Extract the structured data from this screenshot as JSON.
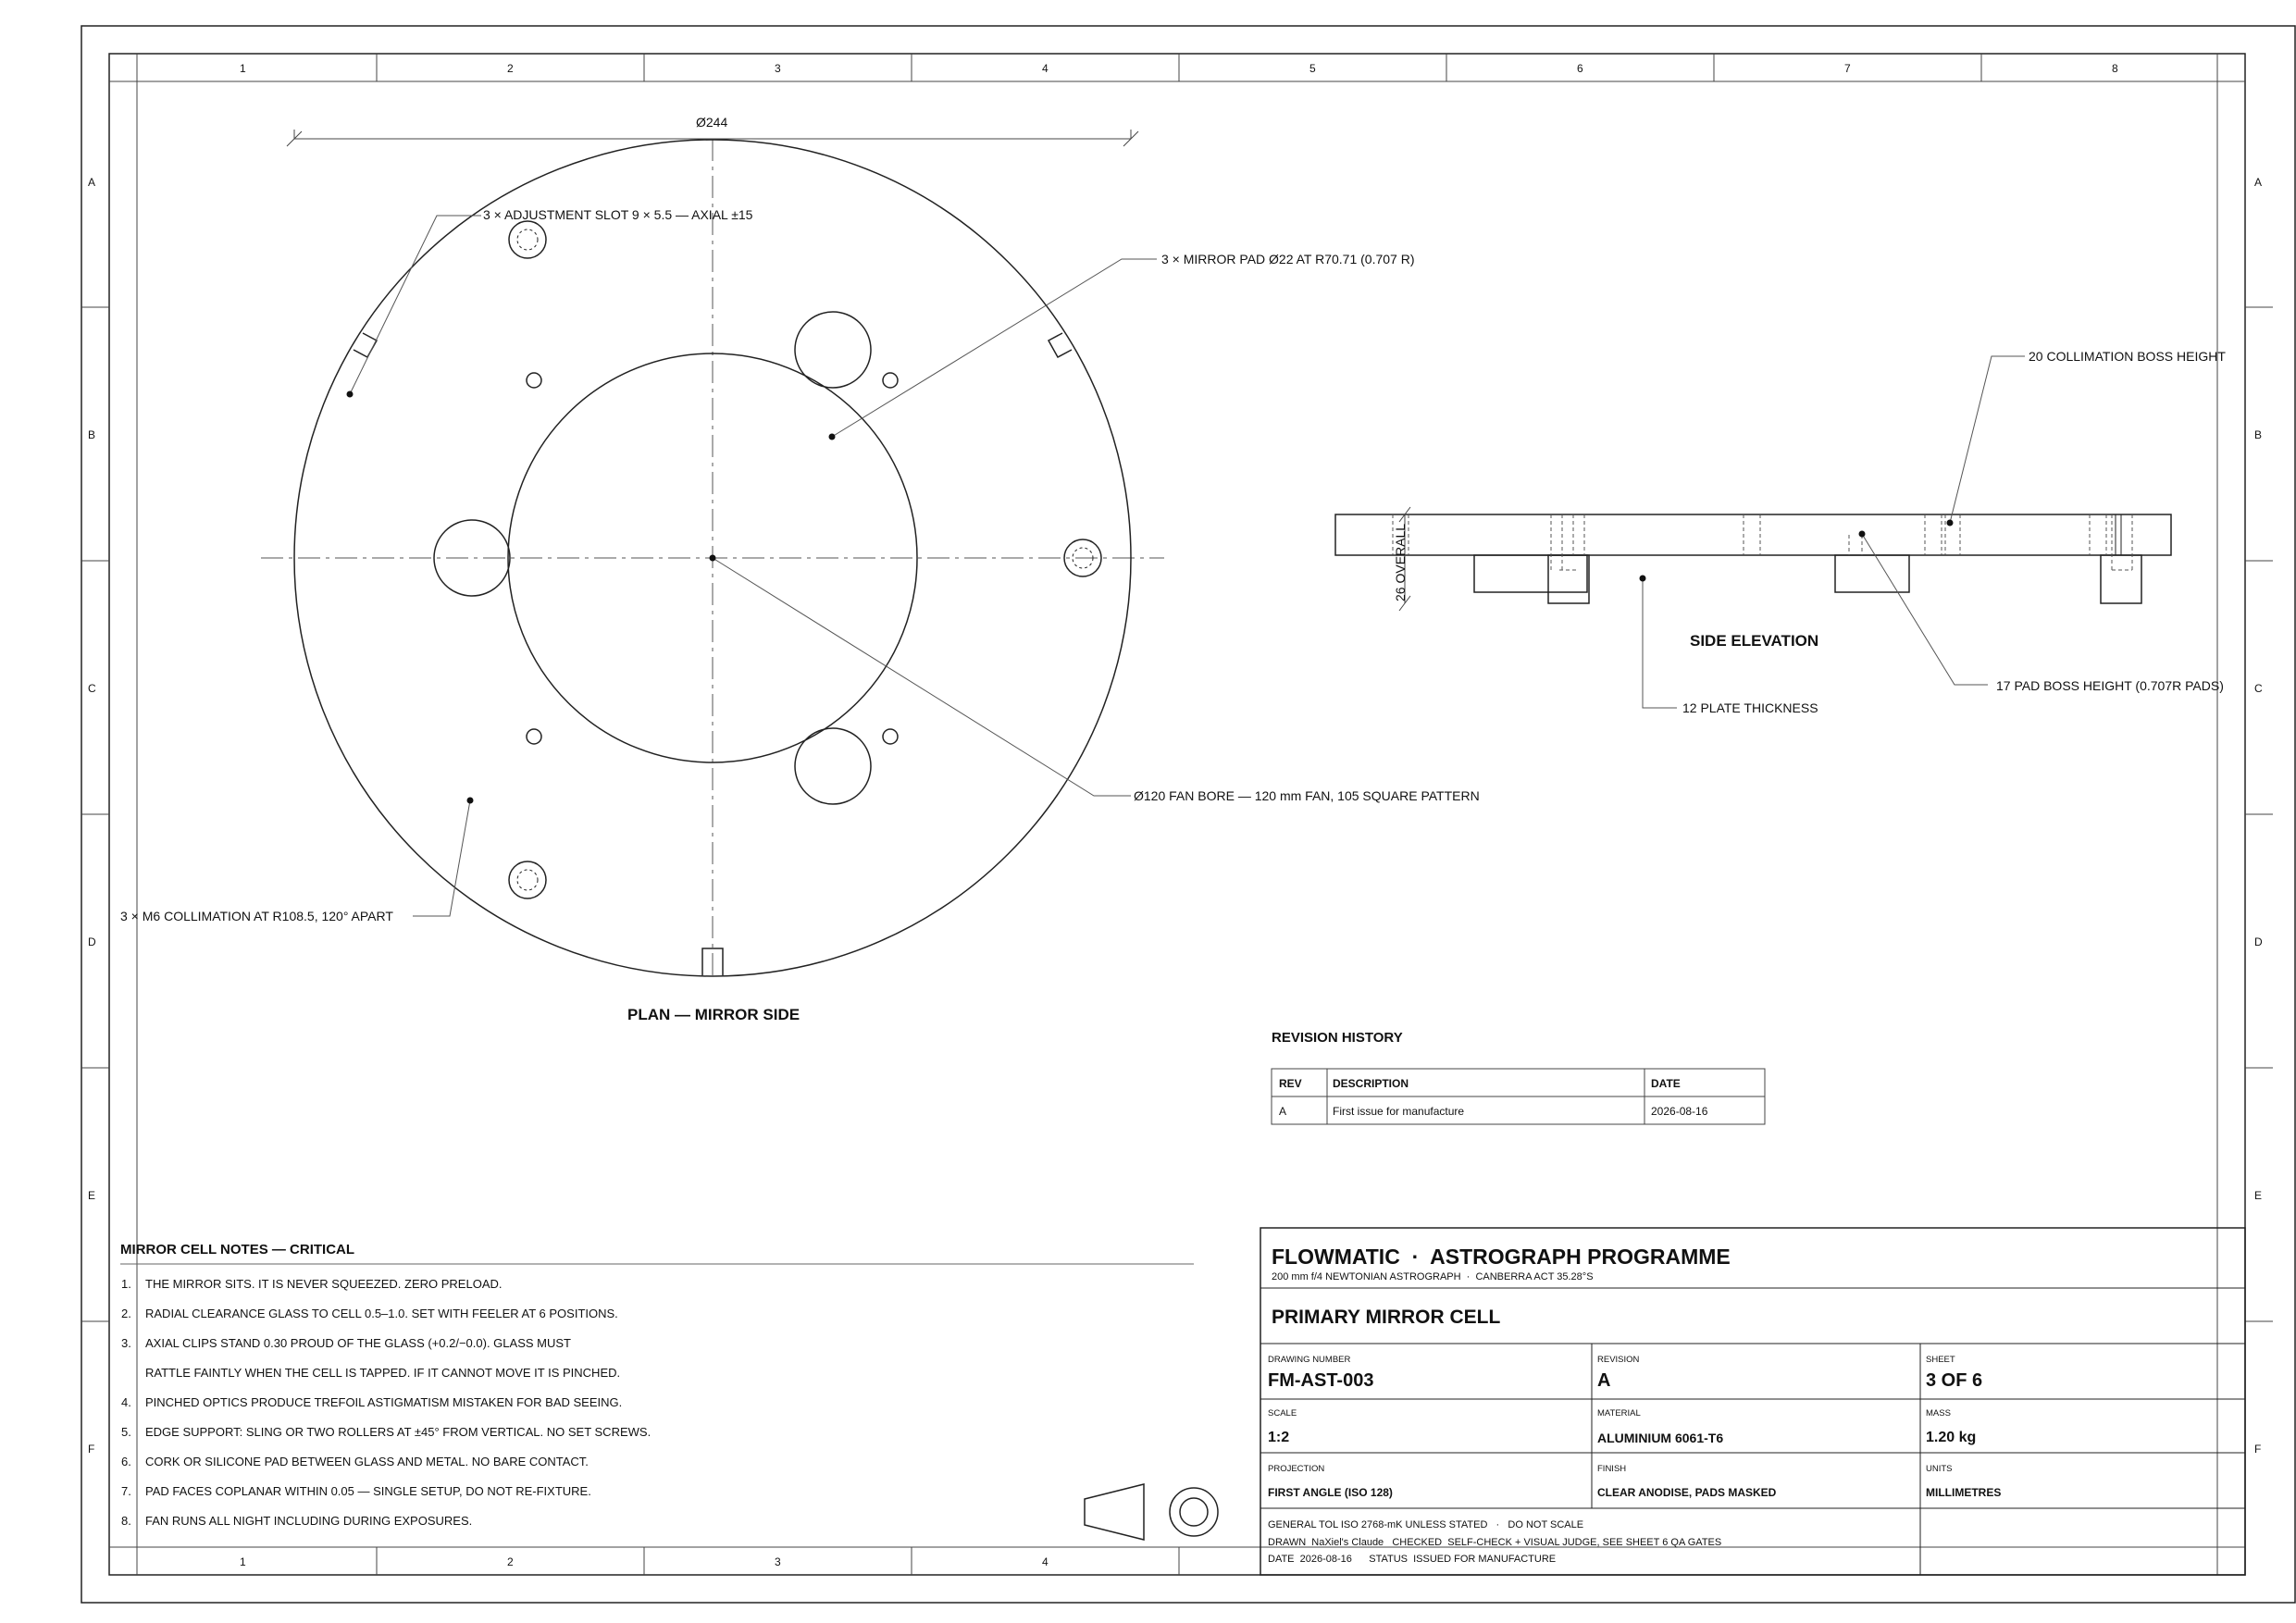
{
  "grid": {
    "columns": [
      "1",
      "2",
      "3",
      "4",
      "5",
      "6",
      "7",
      "8"
    ],
    "rows": [
      "A",
      "B",
      "C",
      "D",
      "E",
      "F"
    ]
  },
  "plan": {
    "title": "PLAN — MIRROR SIDE",
    "overall_dim": "Ø244",
    "callouts": {
      "slot": "3 × ADJUSTMENT SLOT 9 × 5.5 — AXIAL ±15",
      "pad": "3 × MIRROR PAD Ø22 AT R70.71 (0.707 R)",
      "bore": "Ø120 FAN BORE — 120 mm FAN, 105 SQUARE PATTERN",
      "collimation": "3 × M6 COLLIMATION AT R108.5, 120° APART"
    }
  },
  "elevation": {
    "title": "SIDE ELEVATION",
    "overall_dim": "26 OVERALL",
    "callouts": {
      "boss": "20 COLLIMATION BOSS HEIGHT",
      "pad_boss": "17 PAD BOSS HEIGHT (0.707R PADS)",
      "plate": "12 PLATE THICKNESS"
    }
  },
  "revision_history": {
    "title": "REVISION HISTORY",
    "headers": [
      "REV",
      "DESCRIPTION",
      "DATE"
    ],
    "rows": [
      [
        "A",
        "First issue for manufacture",
        "2026-08-16"
      ]
    ]
  },
  "notes": {
    "title": "MIRROR CELL NOTES — CRITICAL",
    "items": [
      {
        "num": "1.",
        "text": "THE MIRROR SITS. IT IS NEVER SQUEEZED. ZERO PRELOAD."
      },
      {
        "num": "2.",
        "text": "RADIAL CLEARANCE GLASS TO CELL 0.5–1.0. SET WITH FEELER AT 6 POSITIONS."
      },
      {
        "num": "3.",
        "text": "AXIAL CLIPS STAND 0.30 PROUD OF THE GLASS (+0.2/−0.0). GLASS MUST"
      },
      {
        "num": "",
        "text": "RATTLE FAINTLY WHEN THE CELL IS TAPPED. IF IT CANNOT MOVE IT IS PINCHED."
      },
      {
        "num": "4.",
        "text": "PINCHED OPTICS PRODUCE TREFOIL ASTIGMATISM MISTAKEN FOR BAD SEEING."
      },
      {
        "num": "5.",
        "text": "EDGE SUPPORT: SLING OR TWO ROLLERS AT ±45° FROM VERTICAL. NO SET SCREWS."
      },
      {
        "num": "6.",
        "text": "CORK OR SILICONE PAD BETWEEN GLASS AND METAL. NO BARE CONTACT."
      },
      {
        "num": "7.",
        "text": "PAD FACES COPLANAR WITHIN 0.05 — SINGLE SETUP, DO NOT RE-FIXTURE."
      },
      {
        "num": "8.",
        "text": "FAN RUNS ALL NIGHT INCLUDING DURING EXPOSURES."
      }
    ]
  },
  "title_block": {
    "company": "FLOWMATIC  ·  ASTROGRAPH PROGRAMME",
    "subtitle": "200 mm f/4 NEWTONIAN ASTROGRAPH  ·  CANBERRA ACT 35.28°S",
    "part_name": "PRIMARY MIRROR CELL",
    "drawing_number_label": "DRAWING NUMBER",
    "drawing_number": "FM-AST-003",
    "revision_label": "REVISION",
    "revision": "A",
    "sheet_label": "SHEET",
    "sheet": "3 OF 6",
    "scale_label": "SCALE",
    "scale": "1:2",
    "material_label": "MATERIAL",
    "material": "ALUMINIUM 6061-T6",
    "mass_label": "MASS",
    "mass": "1.20 kg",
    "projection_label": "PROJECTION",
    "projection": "FIRST ANGLE (ISO 128)",
    "finish_label": "FINISH",
    "finish": "CLEAR ANODISE, PADS MASKED",
    "units_label": "UNITS",
    "units": "MILLIMETRES",
    "footer_1": "GENERAL TOL ISO 2768-mK UNLESS STATED   ·   DO NOT SCALE",
    "footer_2": "DRAWN  NaXiel's Claude   CHECKED  SELF-CHECK + VISUAL JUDGE, SEE SHEET 6 QA GATES",
    "footer_3": "DATE  2026-08-16      STATUS  ISSUED FOR MANUFACTURE"
  }
}
